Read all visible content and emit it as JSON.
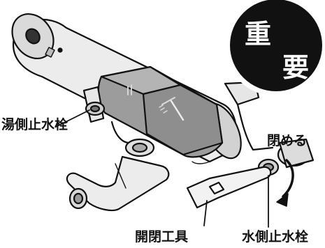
{
  "badge": {
    "char_1": "重",
    "char_2": "要",
    "fill_color": "#111111",
    "text_color": "#ffffff"
  },
  "labels": {
    "hot_side_valve": "湯側止水栓",
    "close_direction": "閉める",
    "opening_tool": "開閉工具",
    "cold_side_valve": "水側止水栓"
  },
  "colors": {
    "body_gray": "#e4e4e4",
    "panel_gray": "#9a9a9a",
    "outline": "#111111"
  }
}
